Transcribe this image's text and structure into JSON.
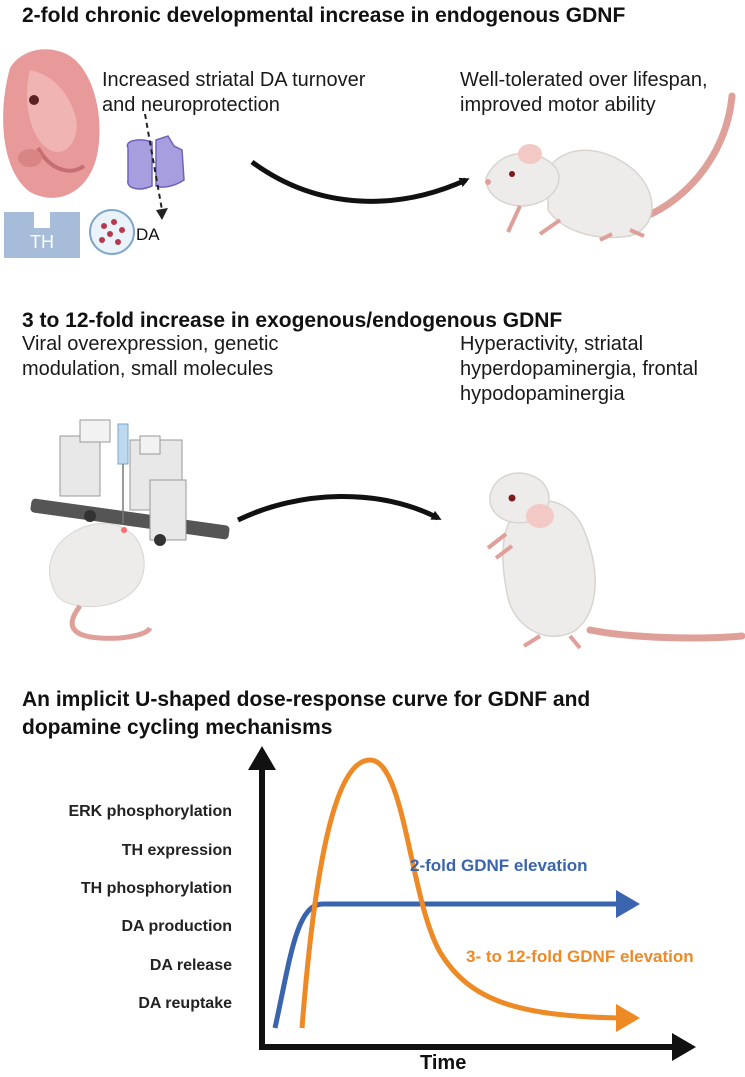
{
  "section1": {
    "heading": "2-fold chronic developmental increase in endogenous GDNF",
    "effect_line1": "Increased striatal DA turnover",
    "effect_line2": "and neuroprotection",
    "outcome_line1": "Well-tolerated over lifespan,",
    "outcome_line2": "improved motor ability",
    "th_label": "TH",
    "da_label": "DA"
  },
  "section2": {
    "heading": "3 to 12-fold increase in exogenous/endogenous GDNF",
    "method_line1": "Viral overexpression, genetic",
    "method_line2": "modulation, small molecules",
    "outcome_line1": "Hyperactivity, striatal",
    "outcome_line2": "hyperdopaminergia, frontal",
    "outcome_line3": "hypodopaminergia"
  },
  "section3": {
    "heading_line1": "An implicit U-shaped dose-response curve for GDNF and",
    "heading_line2": "dopamine cycling mechanisms",
    "y_labels": [
      "ERK phosphorylation",
      "TH expression",
      "TH phosphorylation",
      "DA production",
      "DA release",
      "DA reuptake"
    ],
    "x_label": "Time",
    "series": [
      {
        "name": "2-fold GDNF elevation",
        "color": "#3a64ad"
      },
      {
        "name": "3- to 12-fold GDNF elevation",
        "color": "#ee8a25"
      }
    ]
  },
  "colors": {
    "arrow": "#111111",
    "embryo": "#e89a9a",
    "mouse_body": "#eeecea",
    "mouse_tail": "#e0a09a",
    "transporter": "#a79ee0",
    "th_box": "#a7bcd8"
  }
}
